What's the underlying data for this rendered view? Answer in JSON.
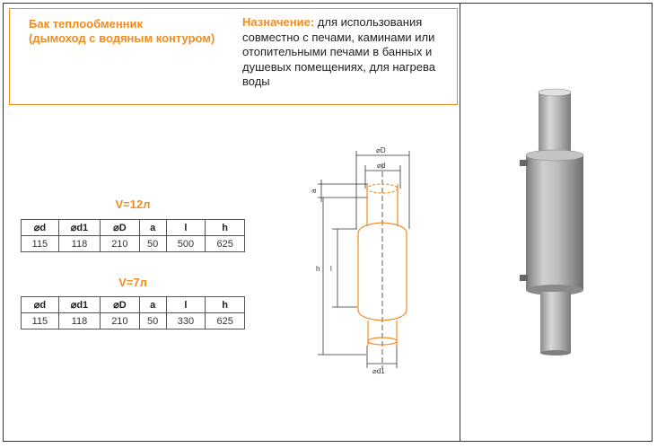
{
  "header": {
    "title_line1": "Бак теплообменник",
    "title_line2": "(дымоход с водяным контуром)",
    "purpose_label": "Назначение:",
    "purpose_text": " для использования совместно с печами, каминами или отопительными печами в банных и душевых помещениях, для нагрева воды"
  },
  "tables": [
    {
      "title": "V=12л",
      "headers": [
        "⌀d",
        "⌀d1",
        "⌀D",
        "a",
        "l",
        "h"
      ],
      "row": [
        "115",
        "118",
        "210",
        "50",
        "500",
        "625"
      ]
    },
    {
      "title": "V=7л",
      "headers": [
        "⌀d",
        "⌀d1",
        "⌀D",
        "a",
        "l",
        "h"
      ],
      "row": [
        "115",
        "118",
        "210",
        "50",
        "330",
        "625"
      ]
    }
  ],
  "diagram": {
    "label_D": "⌀D",
    "label_d": "⌀d",
    "label_a": "a",
    "label_h": "h",
    "label_l": "l",
    "label_d1": "⌀d1",
    "outline_color": "#f28c1e",
    "dim_color": "#333333"
  },
  "photo": {
    "description_icon": "chimney-heat-exchanger-photo"
  }
}
